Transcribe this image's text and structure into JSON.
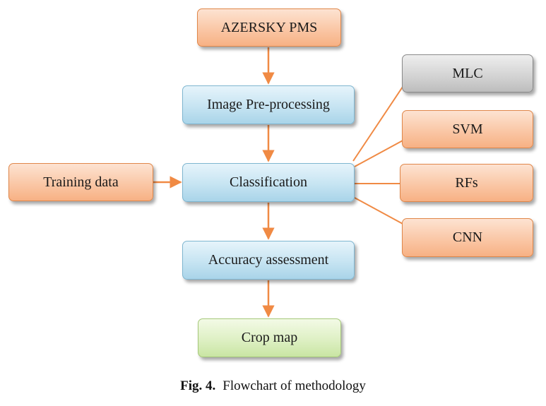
{
  "nodes": {
    "azersky": "AZERSKY PMS",
    "preprocessing": "Image Pre-processing",
    "classification": "Classification",
    "training": "Training data",
    "accuracy": "Accuracy assessment",
    "cropmap": "Crop map",
    "mlc": "MLC",
    "svm": "SVM",
    "rfs": "RFs",
    "cnn": "CNN"
  },
  "caption": {
    "label": "Fig. 4.",
    "text": "Flowchart of methodology"
  },
  "colors": {
    "arrow": "#f08a44",
    "connector": "#f08a44"
  }
}
